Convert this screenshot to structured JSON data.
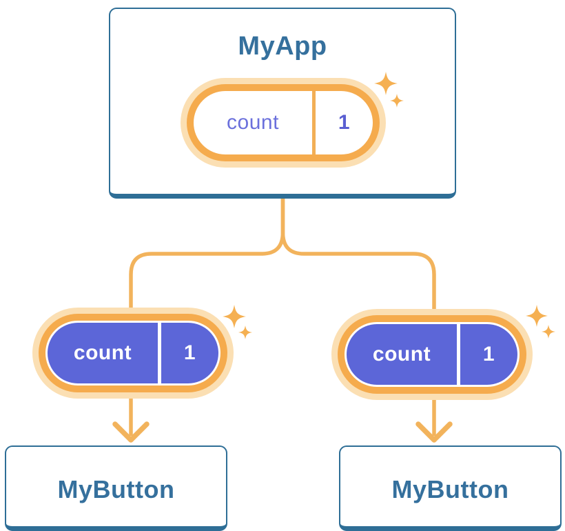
{
  "palette": {
    "connector_orange": "#F2B35C",
    "pill_ring_orange": "#F5AB4D",
    "pill_halo_pale_orange": "#FBDFB3",
    "sparkle_orange": "#F5B052",
    "pill_purple_fill": "#5C66D8",
    "state_label_purple": "#6B70DC",
    "state_value_purple": "#5A5FD2",
    "card_border_blue": "#2E6E96",
    "card_title_blue": "#35709D",
    "card_background": "#ffffff"
  },
  "root_component": {
    "title": "MyApp",
    "state_pill": {
      "label": "count",
      "value": "1"
    }
  },
  "child_components": [
    {
      "title": "MyButton",
      "prop_pill": {
        "label": "count",
        "value": "1"
      }
    },
    {
      "title": "MyButton",
      "prop_pill": {
        "label": "count",
        "value": "1"
      }
    }
  ]
}
